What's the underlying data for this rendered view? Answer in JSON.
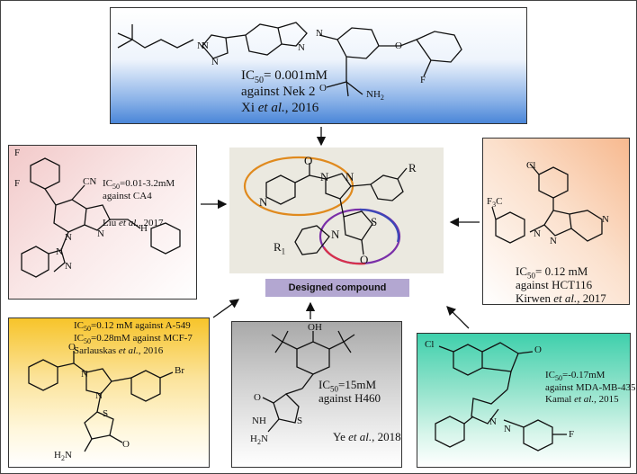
{
  "top": {
    "ic50_prefix": "IC",
    "ic50_sub": "50",
    "ic50_value": "= 0.001mM",
    "target": "against Nek 2",
    "author": "Xi",
    "etal": "et al.",
    "year": ", 2016",
    "atoms": {
      "n_dim": "N",
      "n_pyr1": "N",
      "n_pyr2": "N",
      "n_ind1": "N",
      "n_ind2": "N",
      "o_eth": "O",
      "f": "F",
      "o_amide": "O",
      "nh2": "NH"
    }
  },
  "left_top": {
    "ic50": "IC",
    "sub": "50",
    "value": "=0.01-3.2mM",
    "target": "against CA4",
    "author": "Liu",
    "etal": "et al.",
    "year": ", 2017",
    "atoms": {
      "f1": "F",
      "f2": "F",
      "cn": "CN",
      "n1": "N",
      "n2": "N",
      "n3": "N",
      "n4": "N",
      "nh": "H"
    }
  },
  "center": {
    "label": "Designed compound",
    "atoms": {
      "o1": "O",
      "n1": "N",
      "n2": "N",
      "n_pyr": "N",
      "r": "R",
      "r1": "R",
      "r1_sub": "1",
      "n3": "N",
      "s": "S",
      "o2": "O"
    }
  },
  "right_mid": {
    "ic50": "IC",
    "sub": "50",
    "value": "= 0.12 mM",
    "target": "against HCT116",
    "author": "Kirwen",
    "etal": "et al.",
    "year": ", 2017",
    "atoms": {
      "cl": "Cl",
      "cf3": "F",
      "n1": "N",
      "n2": "N",
      "n3": "N"
    }
  },
  "bottom_left": {
    "line1_pre": "IC",
    "line1_sub": "50",
    "line1_val": "=0.12 mM against A-549",
    "line2_pre": "IC",
    "line2_sub": "50",
    "line2_val": "=0.28mM against MCF-7",
    "author": "Sarlauskas",
    "etal": "et al.",
    "year": ", 2016",
    "atoms": {
      "br": "Br",
      "o1": "O",
      "n1": "N",
      "n2": "N",
      "s": "S",
      "h2n": "H",
      "o2": "O"
    }
  },
  "bottom_mid": {
    "ic50": "IC",
    "sub": "50",
    "value": "=15mM",
    "target": "against H460",
    "author": "Ye",
    "etal": "et al.",
    "year": ", 2018",
    "atoms": {
      "oh": "OH",
      "o": "O",
      "nh": "NH",
      "s": "S",
      "h2n": "H"
    }
  },
  "bottom_right": {
    "ic50": "IC",
    "sub": "50",
    "value": "=-0.17mM",
    "target": "against MDA-MB-435",
    "author": "Kamal",
    "etal": "et al.",
    "year": ", 2015",
    "atoms": {
      "cl": "Cl",
      "o": "O",
      "n1": "N",
      "n2": "N",
      "f": "F"
    }
  },
  "colors": {
    "top_bg": "#4a86d8",
    "left_top_bg": "#f2c9c9",
    "center_bg": "#ebe9e0",
    "right_mid_bg": "#f7b98f",
    "bottom_left_bg": "#f7c42a",
    "bottom_mid_bg": "#a9a9a9",
    "bottom_right_bg": "#3fd0ac",
    "label_bg": "#b3a7d1",
    "ring_orange": "#e08a1e",
    "ring_purple": "#7a2fa8"
  }
}
